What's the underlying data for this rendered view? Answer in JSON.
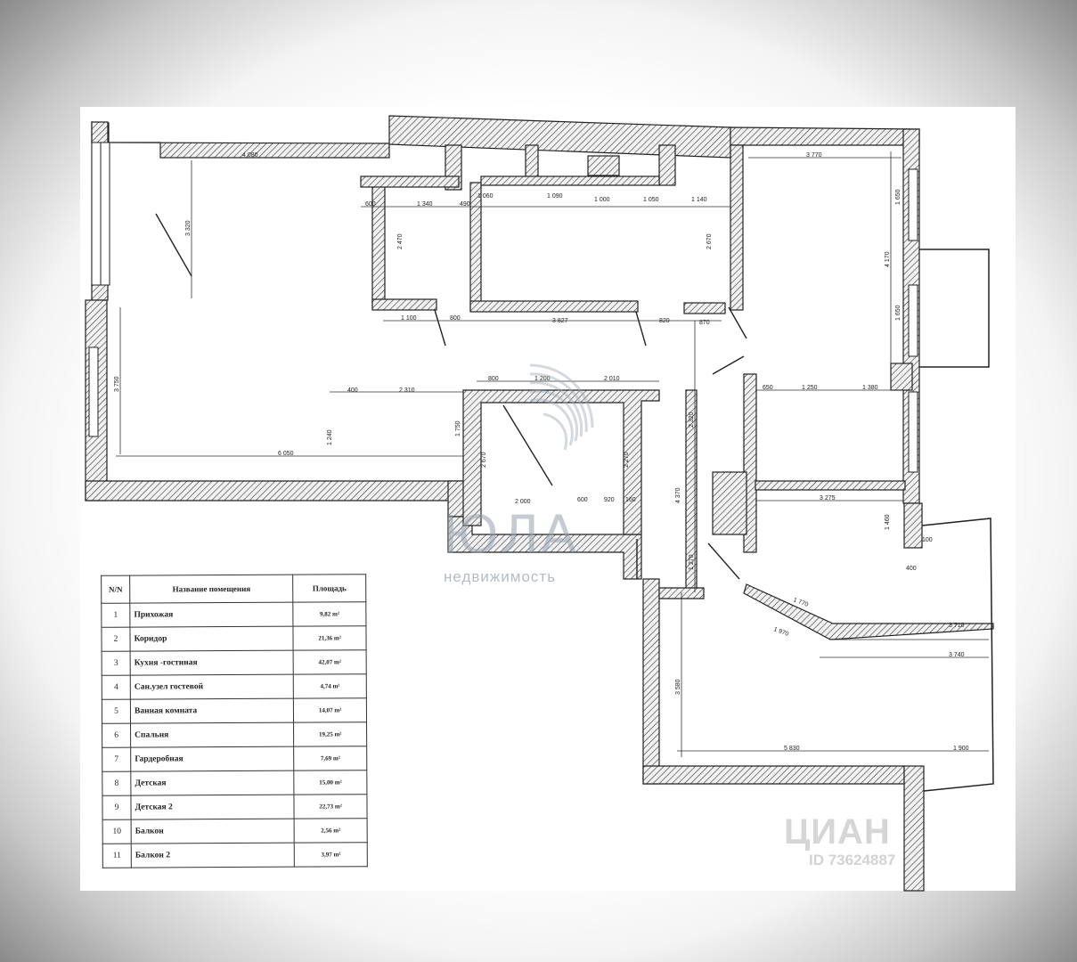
{
  "legend": {
    "headers": {
      "n": "N/N",
      "name": "Название помещения",
      "area": "Площадь"
    },
    "rows": [
      {
        "n": "1",
        "name": "Прихожая",
        "area": "9,82 m²"
      },
      {
        "n": "2",
        "name": "Коридор",
        "area": "21,36 m²"
      },
      {
        "n": "3",
        "name": "Кухня -гостиная",
        "area": "42,07 m²"
      },
      {
        "n": "4",
        "name": "Сан.узел гостевой",
        "area": "4,74 m²"
      },
      {
        "n": "5",
        "name": "Ванная комната",
        "area": "14,07 m²"
      },
      {
        "n": "6",
        "name": "Спальня",
        "area": "19,25 m²"
      },
      {
        "n": "7",
        "name": "Гардеробная",
        "area": "7,69 m²"
      },
      {
        "n": "8",
        "name": "Детская",
        "area": "15,00 m²"
      },
      {
        "n": "9",
        "name": "Детская 2",
        "area": "22,73 m²"
      },
      {
        "n": "10",
        "name": "Балкон",
        "area": "2,56 m²"
      },
      {
        "n": "11",
        "name": "Балкон 2",
        "area": "3,97 m²"
      }
    ]
  },
  "dimensions": {
    "top_left": "4 080",
    "top_right": "3 770",
    "left_h1": "3 320",
    "left_h2": "3 750",
    "mid_1340": "1 340",
    "mid_600": "600",
    "mid_490": "490",
    "mid_1060": "1 060",
    "mid_1090": "1 090",
    "mid_1000": "1 000",
    "mid_1050": "1 050",
    "mid_1140": "1 140",
    "mid_1100": "1 100",
    "mid_800": "800",
    "mid_3827": "3 827",
    "mid_820": "820",
    "mid_870": "870",
    "mid_2470": "2 470",
    "mid_2670": "2 670",
    "low_400": "400",
    "low_2310": "2 310",
    "low_800": "800",
    "low_1200": "1 200",
    "low_2010": "2 010",
    "low_6050": "6 050",
    "low_1240": "1 240",
    "low_1750": "1 750",
    "low_2670": "2 670",
    "low_2270": "2 270",
    "low_2000": "2 000",
    "low_600": "600",
    "low_920": "920",
    "low_160": "160",
    "r_650": "650",
    "r_1250": "1 250",
    "r_1380": "1 380",
    "r_3275": "3 275",
    "r_2320": "2 320",
    "r_4370": "4 370",
    "r_1270": "1 270",
    "r_3710": "3 710",
    "r_3740": "3 740",
    "r_1770": "1 770",
    "r_1970": "1 970",
    "r_3580": "3 580",
    "b_5830": "5 830",
    "b_1900": "1 900",
    "r_1460": "1 460",
    "r_400": "400",
    "r_100": "100",
    "r_4170": "4 170",
    "r_1650a": "1 650",
    "r_1650b": "1 650"
  },
  "watermarks": {
    "yula": "ЮЛА",
    "yula_sub": "недвижимость",
    "cian": "ЦИАН",
    "cian_id": "ID 73624887"
  },
  "colors": {
    "wall": "#222222",
    "paper": "#ffffff",
    "watermark": "#96a0af"
  }
}
